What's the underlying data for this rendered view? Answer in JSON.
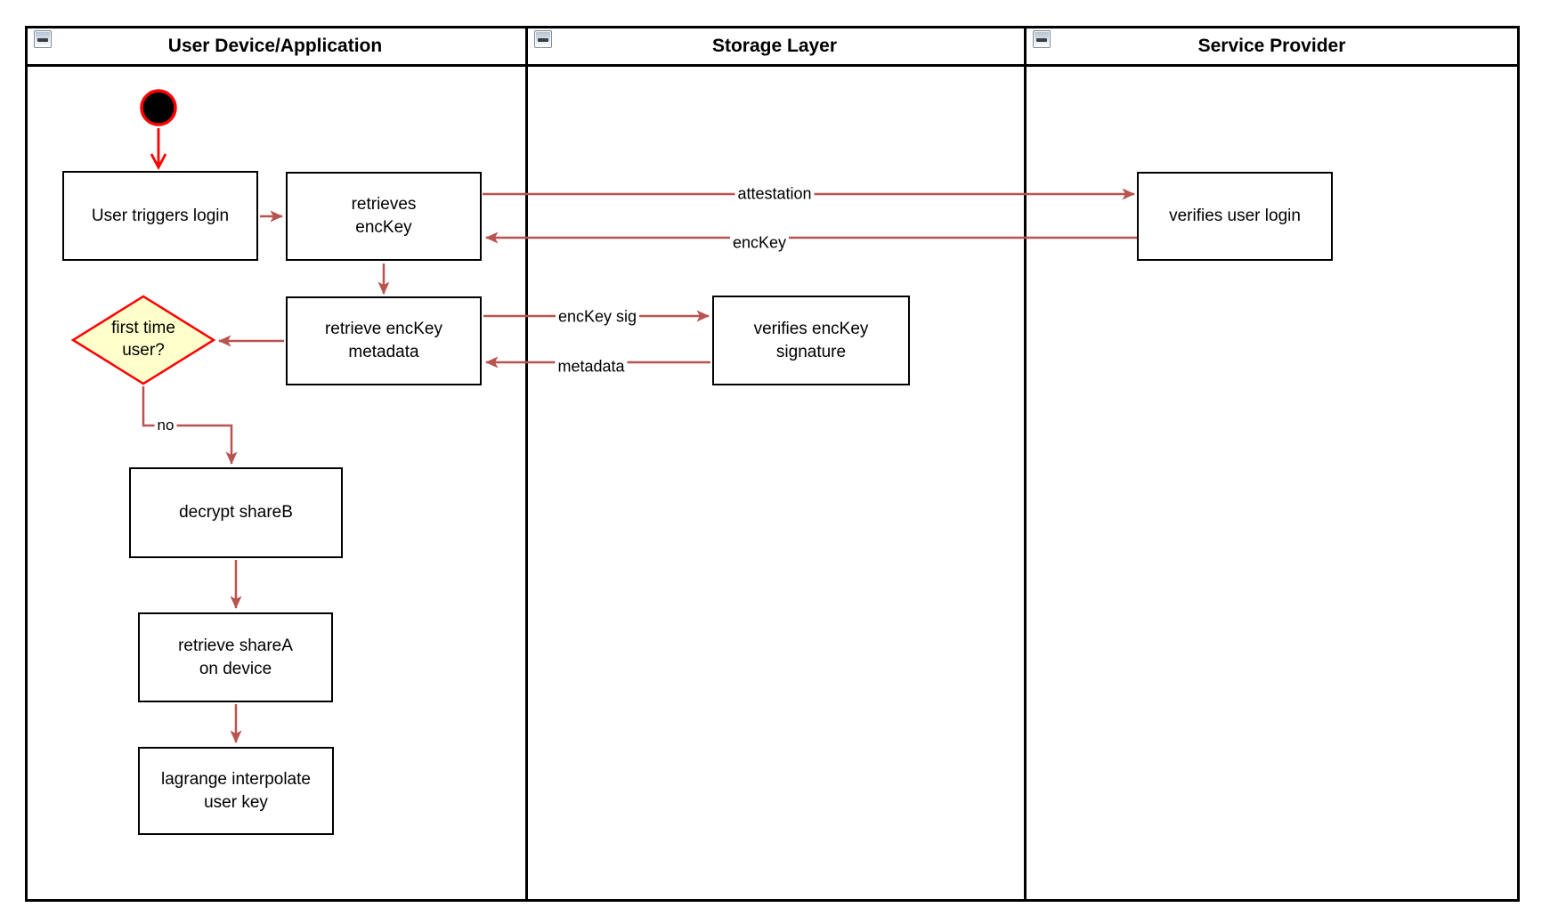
{
  "lanes": [
    {
      "title": "User Device/Application"
    },
    {
      "title": "Storage Layer"
    },
    {
      "title": "Service Provider"
    }
  ],
  "nodes": {
    "user_triggers_login": {
      "label": "User triggers login"
    },
    "retrieves_enckey": {
      "label": "retrieves\nencKey"
    },
    "retrieve_enckey_metadata": {
      "label": "retrieve encKey\nmetadata"
    },
    "first_time_user": {
      "label": "first time\nuser?"
    },
    "decrypt_shareb": {
      "label": "decrypt shareB"
    },
    "retrieve_sharea": {
      "label": "retrieve shareA\non device"
    },
    "lagrange_interpolate": {
      "label": "lagrange interpolate\nuser key"
    },
    "verifies_enckey_signature": {
      "label": "verifies encKey\nsignature"
    },
    "verifies_user_login": {
      "label": "verifies user login"
    }
  },
  "edge_labels": {
    "attestation": "attestation",
    "enckey": "encKey",
    "enckey_sig": "encKey sig",
    "metadata": "metadata",
    "no": "no"
  },
  "icons": {
    "collapse": "minus-icon"
  },
  "colors": {
    "connector": "#B85450",
    "start_accent": "#FF0000",
    "decision_fill": "#FFFFCC",
    "decision_border": "#FF0000",
    "node_border": "#000000",
    "node_fill": "#FFFFFF",
    "frame": "#000000"
  }
}
